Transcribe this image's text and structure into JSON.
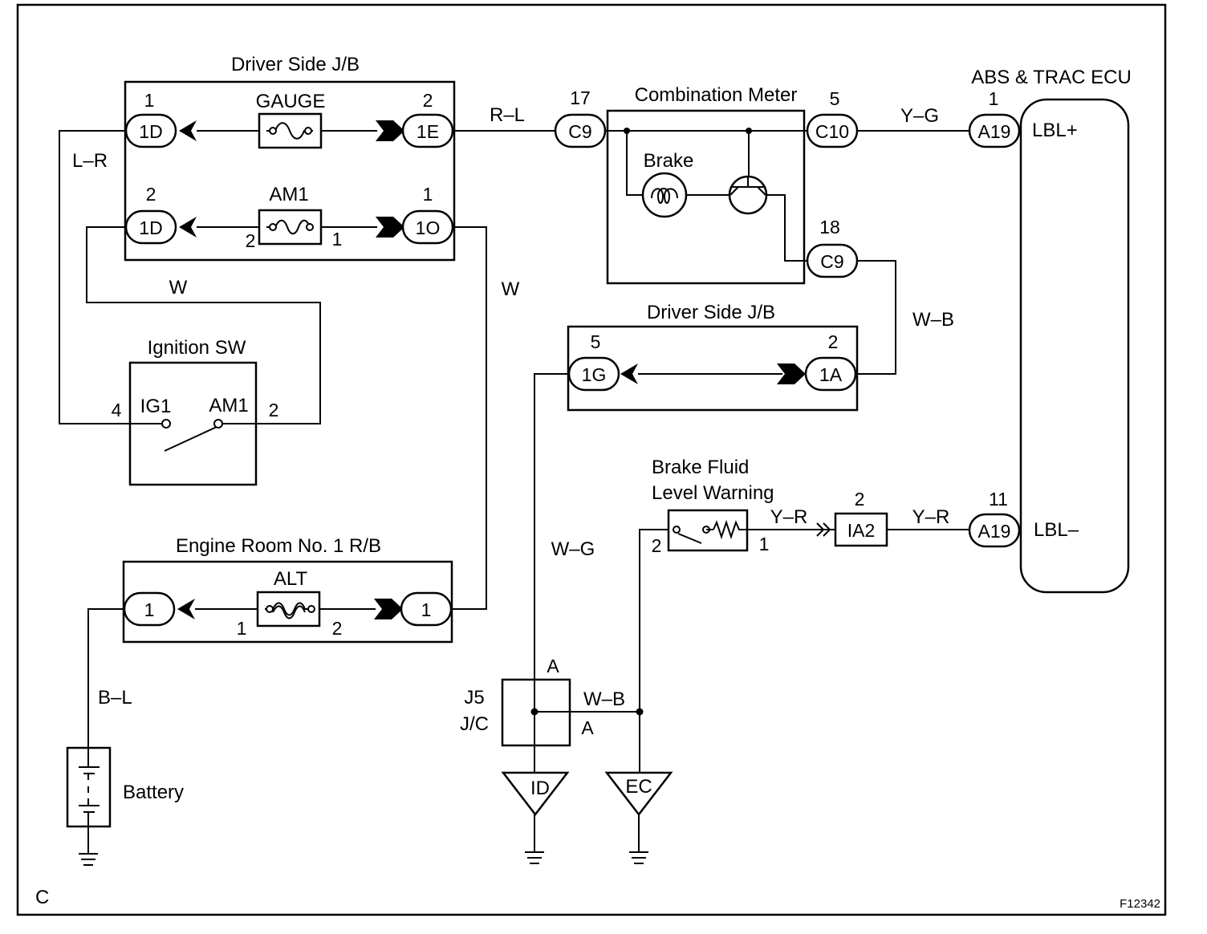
{
  "page": {
    "corner_label": "C",
    "figure_code": "F12342"
  },
  "components": {
    "driver_jb_top": "Driver Side J/B",
    "gauge_fuse": "GAUGE",
    "am1_fuse": "AM1",
    "combination_meter": "Combination Meter",
    "brake_lamp": "Brake",
    "abs_trac_ecu": "ABS & TRAC ECU",
    "ecu_lbl_plus": "LBL+",
    "ecu_lbl_minus": "LBL–",
    "driver_jb_mid": "Driver Side J/B",
    "ignition_sw": "Ignition SW",
    "ig_ig1": "IG1",
    "ig_am1": "AM1",
    "engine_rb": "Engine Room No. 1 R/B",
    "alt_fuse": "ALT",
    "brake_fluid_1": "Brake Fluid",
    "brake_fluid_2": "Level Warning",
    "jc_name": "J5",
    "jc_type": "J/C",
    "battery": "Battery",
    "ground_id": "ID",
    "ground_ec": "EC"
  },
  "connectors": {
    "jb_1d_top": "1D",
    "jb_1e": "1E",
    "jb_1d_bot": "1D",
    "jb_1o": "1O",
    "meter_c9_in": "C9",
    "meter_c10": "C10",
    "meter_c9_out": "C9",
    "ecu_a19_top": "A19",
    "ecu_a19_bot": "A19",
    "jb2_1g": "1G",
    "jb2_1a": "1A",
    "rb_left": "1",
    "rb_right": "1",
    "ia2": "IA2"
  },
  "pins": {
    "jb_1d_top": "1",
    "jb_1e": "2",
    "jb_1d_bot": "2",
    "jb_1o": "1",
    "am1_left": "2",
    "am1_right": "1",
    "meter_c9_in": "17",
    "meter_c10": "5",
    "meter_c9_out": "18",
    "ecu_a19_top": "1",
    "ecu_a19_bot": "11",
    "jb2_1g": "5",
    "jb2_1a": "2",
    "ig_ig1": "4",
    "ig_am1": "2",
    "alt_left": "1",
    "alt_right": "2",
    "bf_left": "2",
    "bf_right": "1",
    "ia2": "2",
    "jc_top": "A",
    "jc_right": "A"
  },
  "wires": {
    "l_r": "L–R",
    "w_left": "W",
    "w_right": "W",
    "r_l": "R–L",
    "y_g": "Y–G",
    "w_b_right": "W–B",
    "w_g": "W–G",
    "y_r_1": "Y–R",
    "y_r_2": "Y–R",
    "w_b_jc": "W–B",
    "b_l": "B–L"
  }
}
